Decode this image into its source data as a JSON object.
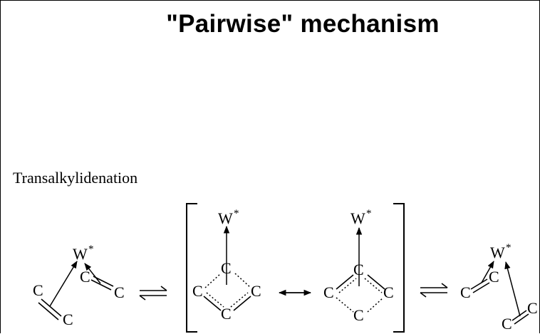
{
  "title": "\"Pairwise\" mechanism",
  "subtitle": "Transalkylidenation",
  "atoms": {
    "metal": "W",
    "metal_mark": "*",
    "carbon": "C"
  }
}
